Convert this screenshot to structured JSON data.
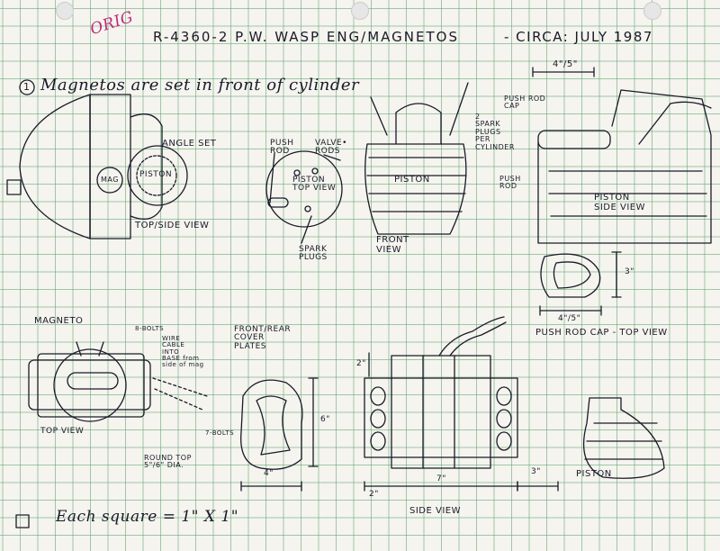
{
  "header": {
    "orig_stamp": "ORIG",
    "title": "R-4360-2 P.W. WASP ENG/MAGNETOS",
    "date": "- CIRCA: JULY 1987"
  },
  "note": {
    "number": "1",
    "text": "Magnetos are set in front of cylinder"
  },
  "top_side_view": {
    "label_angle_set": "ANGLE SET",
    "label_mag": "MAG",
    "label_piston": "PISTON",
    "caption": "TOP/SIDE VIEW"
  },
  "top_view_small": {
    "push_rod": "PUSH\nROD",
    "valve_rods": "VALVE•\nRODS",
    "piston_top_view": "PISTON\nTOP VIEW",
    "spark_plugs": "SPARK\nPLUGS"
  },
  "front_view": {
    "piston": "PISTON",
    "caption": "FRONT\nVIEW",
    "spark_note": "2\nSPARK\nPLUGS\nPER\nCYLINDER"
  },
  "piston_side_view": {
    "dim_top": "4\"/5\"",
    "push_rod_cap": "PUSH ROD\nCAP",
    "push_rod": "PUSH\nROD",
    "caption": "PISTON\nSIDE VIEW"
  },
  "push_rod_cap_top": {
    "dim_side": "3\"",
    "dim_bottom": "4\"/5\"",
    "caption": "PUSH ROD CAP - TOP VIEW"
  },
  "magneto": {
    "title": "MAGNETO",
    "bolts": "8-BOLTS",
    "wire_cable": "WIRE\nCABLE\nINTO\nBASE from\nside of mag",
    "caption": "TOP VIEW",
    "round_top": "ROUND TOP\n5\"/6\" DIA."
  },
  "cover_plates": {
    "title": "FRONT/REAR\nCOVER\nPLATES",
    "bolts": "7-BOLTS",
    "dim_height": "6\"",
    "dim_width": "4\""
  },
  "side_view": {
    "dim_top": "2\"",
    "dim_width": "7\"",
    "dim_left": "2\"",
    "caption": "SIDE VIEW"
  },
  "piston_small": {
    "dim": "3\"",
    "caption": "PISTON"
  },
  "footer": {
    "legend": "Each square = 1\" X 1\""
  }
}
